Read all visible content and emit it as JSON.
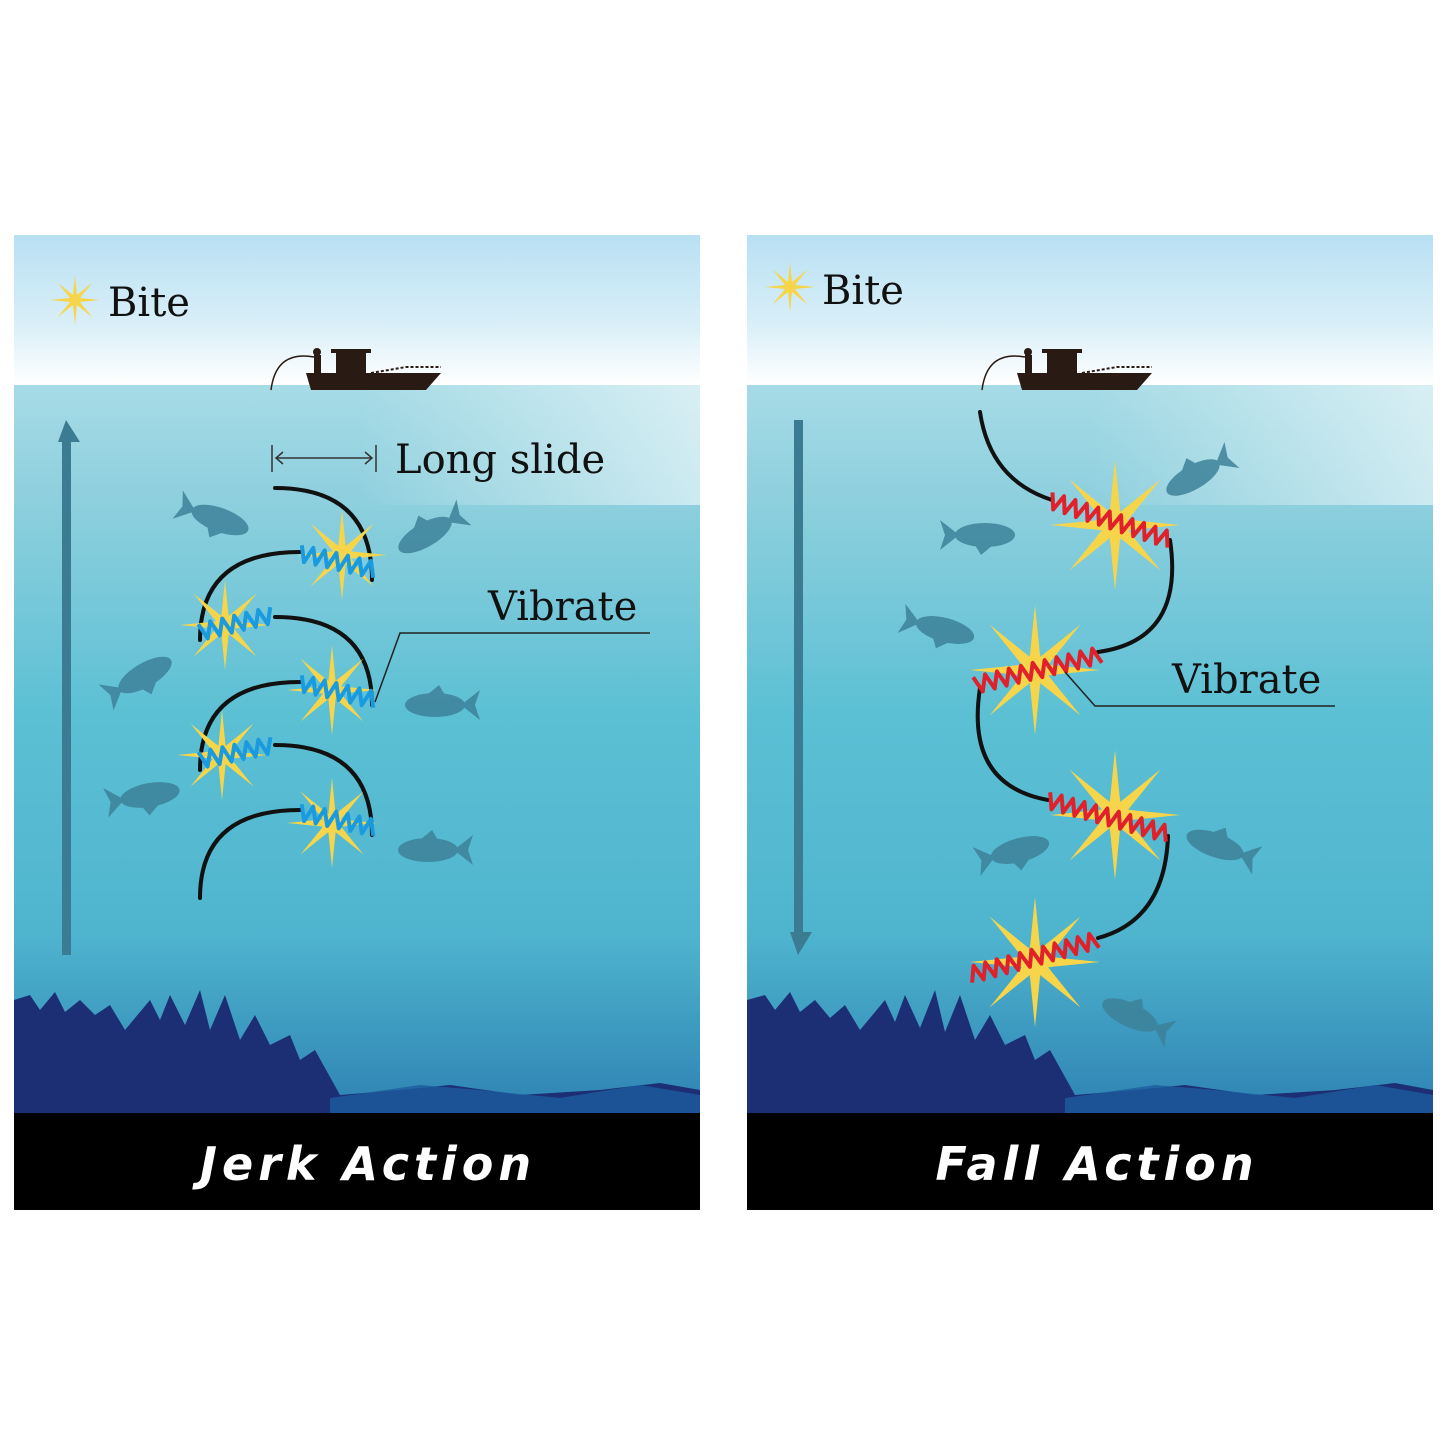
{
  "left_panel": {
    "legend_label": "Bite",
    "long_slide_label": "Long slide",
    "vibrate_label": "Vibrate",
    "title": "Jerk Action",
    "spring_color": "#1a9be0",
    "direction": "up"
  },
  "right_panel": {
    "legend_label": "Bite",
    "vibrate_label": "Vibrate",
    "title": "Fall Action",
    "spring_color": "#e0202a",
    "direction": "down"
  },
  "colors": {
    "bite_star": "#f7d54a",
    "water_light": "#a9dde8",
    "water_mid": "#56bfd3",
    "water_deep": "#2f86b3",
    "seabed": "#1c2f74",
    "title_bar": "#000000"
  }
}
